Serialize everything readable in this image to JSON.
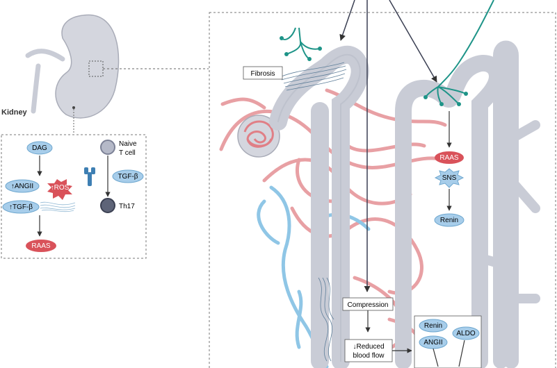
{
  "kidney_label": "Kidney",
  "inset": {
    "dag": "DAG",
    "angii": "↑ANGII",
    "ros": "↑ROS",
    "tgfb_up": "↑TGF-β",
    "raas": "RAAS",
    "naive_t_cell": "Naive",
    "naive_t_cell_2": "T cell",
    "tgfb": "TGF-β",
    "th17": "Th17"
  },
  "main": {
    "fibrosis": "Fibrosis",
    "raas": "RAAS",
    "sns": "SNS",
    "renin": "Renin",
    "compression": "Compression",
    "reduced_blood_flow_1": "↓Reduced",
    "reduced_blood_flow_2": "blood flow",
    "renin_box": "Renin",
    "aldo": "ALDO",
    "angii": "ANGII"
  },
  "colors": {
    "blue_pill": "#a7cdea",
    "red_pill": "#d9525a",
    "tubule": "#c9ccd6",
    "vessel_red": "#e8a0a4",
    "vessel_blue": "#8fc6e6",
    "nerve": "#1e9488"
  }
}
